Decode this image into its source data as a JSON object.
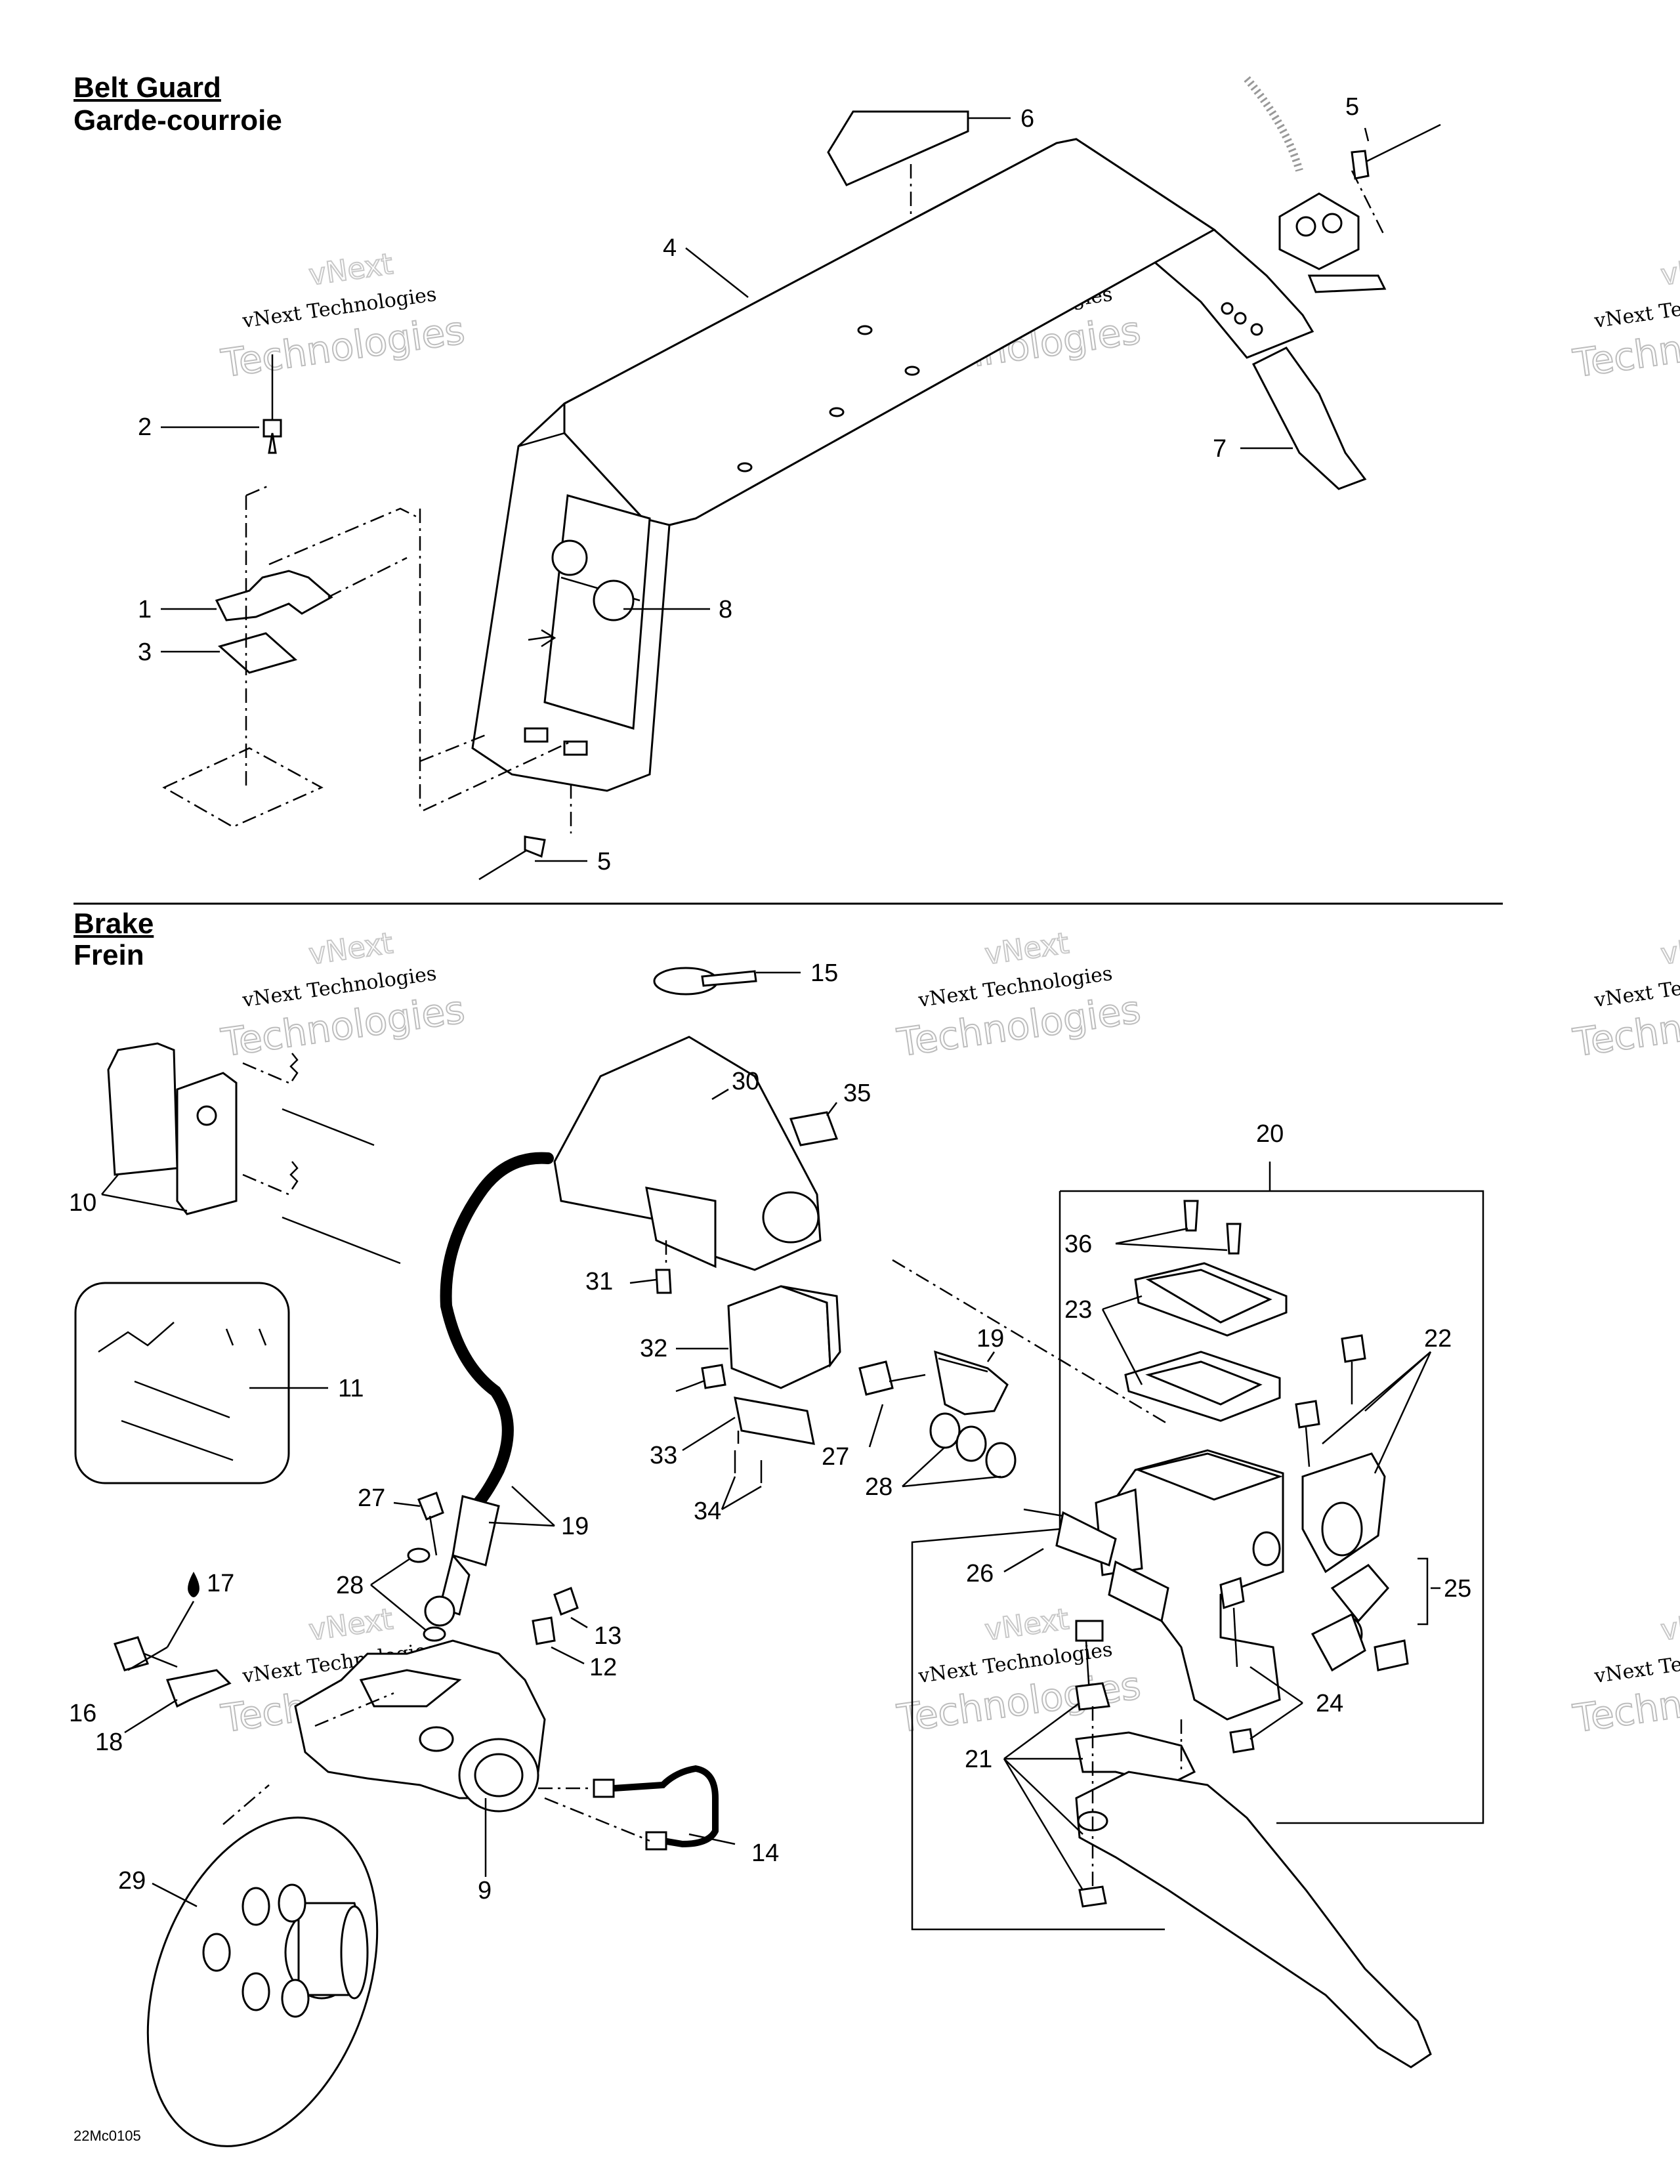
{
  "sections": {
    "belt_guard": {
      "title": "Belt Guard",
      "subtitle": "Garde-courroie"
    },
    "brake": {
      "title": "Brake",
      "subtitle": "Frein"
    }
  },
  "watermark": {
    "line1": "vNext Technologies",
    "line2": "Technologies",
    "line0": "vNext"
  },
  "figure_code": "22Mc0105",
  "callouts": {
    "c1": "1",
    "c2": "2",
    "c3": "3",
    "c4": "4",
    "c5a": "5",
    "c5b": "5",
    "c6": "6",
    "c7": "7",
    "c8": "8",
    "c9": "9",
    "c10": "10",
    "c11": "11",
    "c12": "12",
    "c13": "13",
    "c14": "14",
    "c15": "15",
    "c16": "16",
    "c17": "17",
    "c18": "18",
    "c19a": "19",
    "c19b": "19",
    "c20": "20",
    "c21": "21",
    "c22": "22",
    "c23": "23",
    "c24": "24",
    "c25": "25",
    "c26": "26",
    "c27a": "27",
    "c27b": "27",
    "c28a": "28",
    "c28b": "28",
    "c29": "29",
    "c30": "30",
    "c31": "31",
    "c32": "32",
    "c33": "33",
    "c34": "34",
    "c35": "35",
    "c36": "36"
  }
}
